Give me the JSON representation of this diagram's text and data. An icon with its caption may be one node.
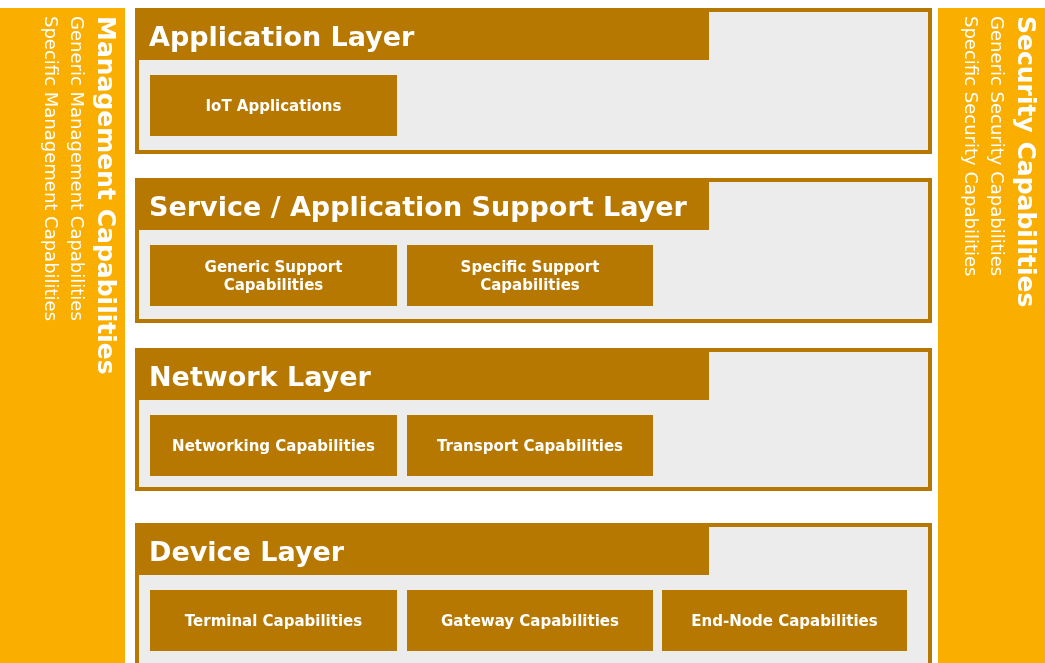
{
  "diagram": {
    "nodes": [
      {
        "text": [
          "Management Capabilities",
          "Generic Management Capabilities",
          "Specific Management Capabilities"
        ]
      },
      {
        "text": [
          "Application Layer"
        ]
      },
      {
        "text": [
          "IoT Applications"
        ],
        "in": 1
      },
      {
        "text": [
          "Service / Application Support Layer"
        ]
      },
      {
        "text": [
          "Generic Support Capabilities"
        ],
        "in": 3
      },
      {
        "text": [
          "Specific Support Capabilities"
        ],
        "in": 3
      },
      {
        "text": [
          "Network Layer"
        ]
      },
      {
        "text": [
          "Networking Capabilities"
        ],
        "in": 6
      },
      {
        "text": [
          "Transport Capabilities"
        ],
        "in": 6
      },
      {
        "text": [
          "Device Layer"
        ]
      },
      {
        "text": [
          "Terminal Capabilities"
        ],
        "in": 9
      },
      {
        "text": [
          "Gateway Capabilities"
        ],
        "in": 9
      },
      {
        "text": [
          "End-Node Capabilities"
        ],
        "in": 9
      },
      {
        "text": [
          "Security Capabilities",
          "Generic Security Capabilities",
          "Specific Security Capabilities"
        ]
      }
    ]
  }
}
